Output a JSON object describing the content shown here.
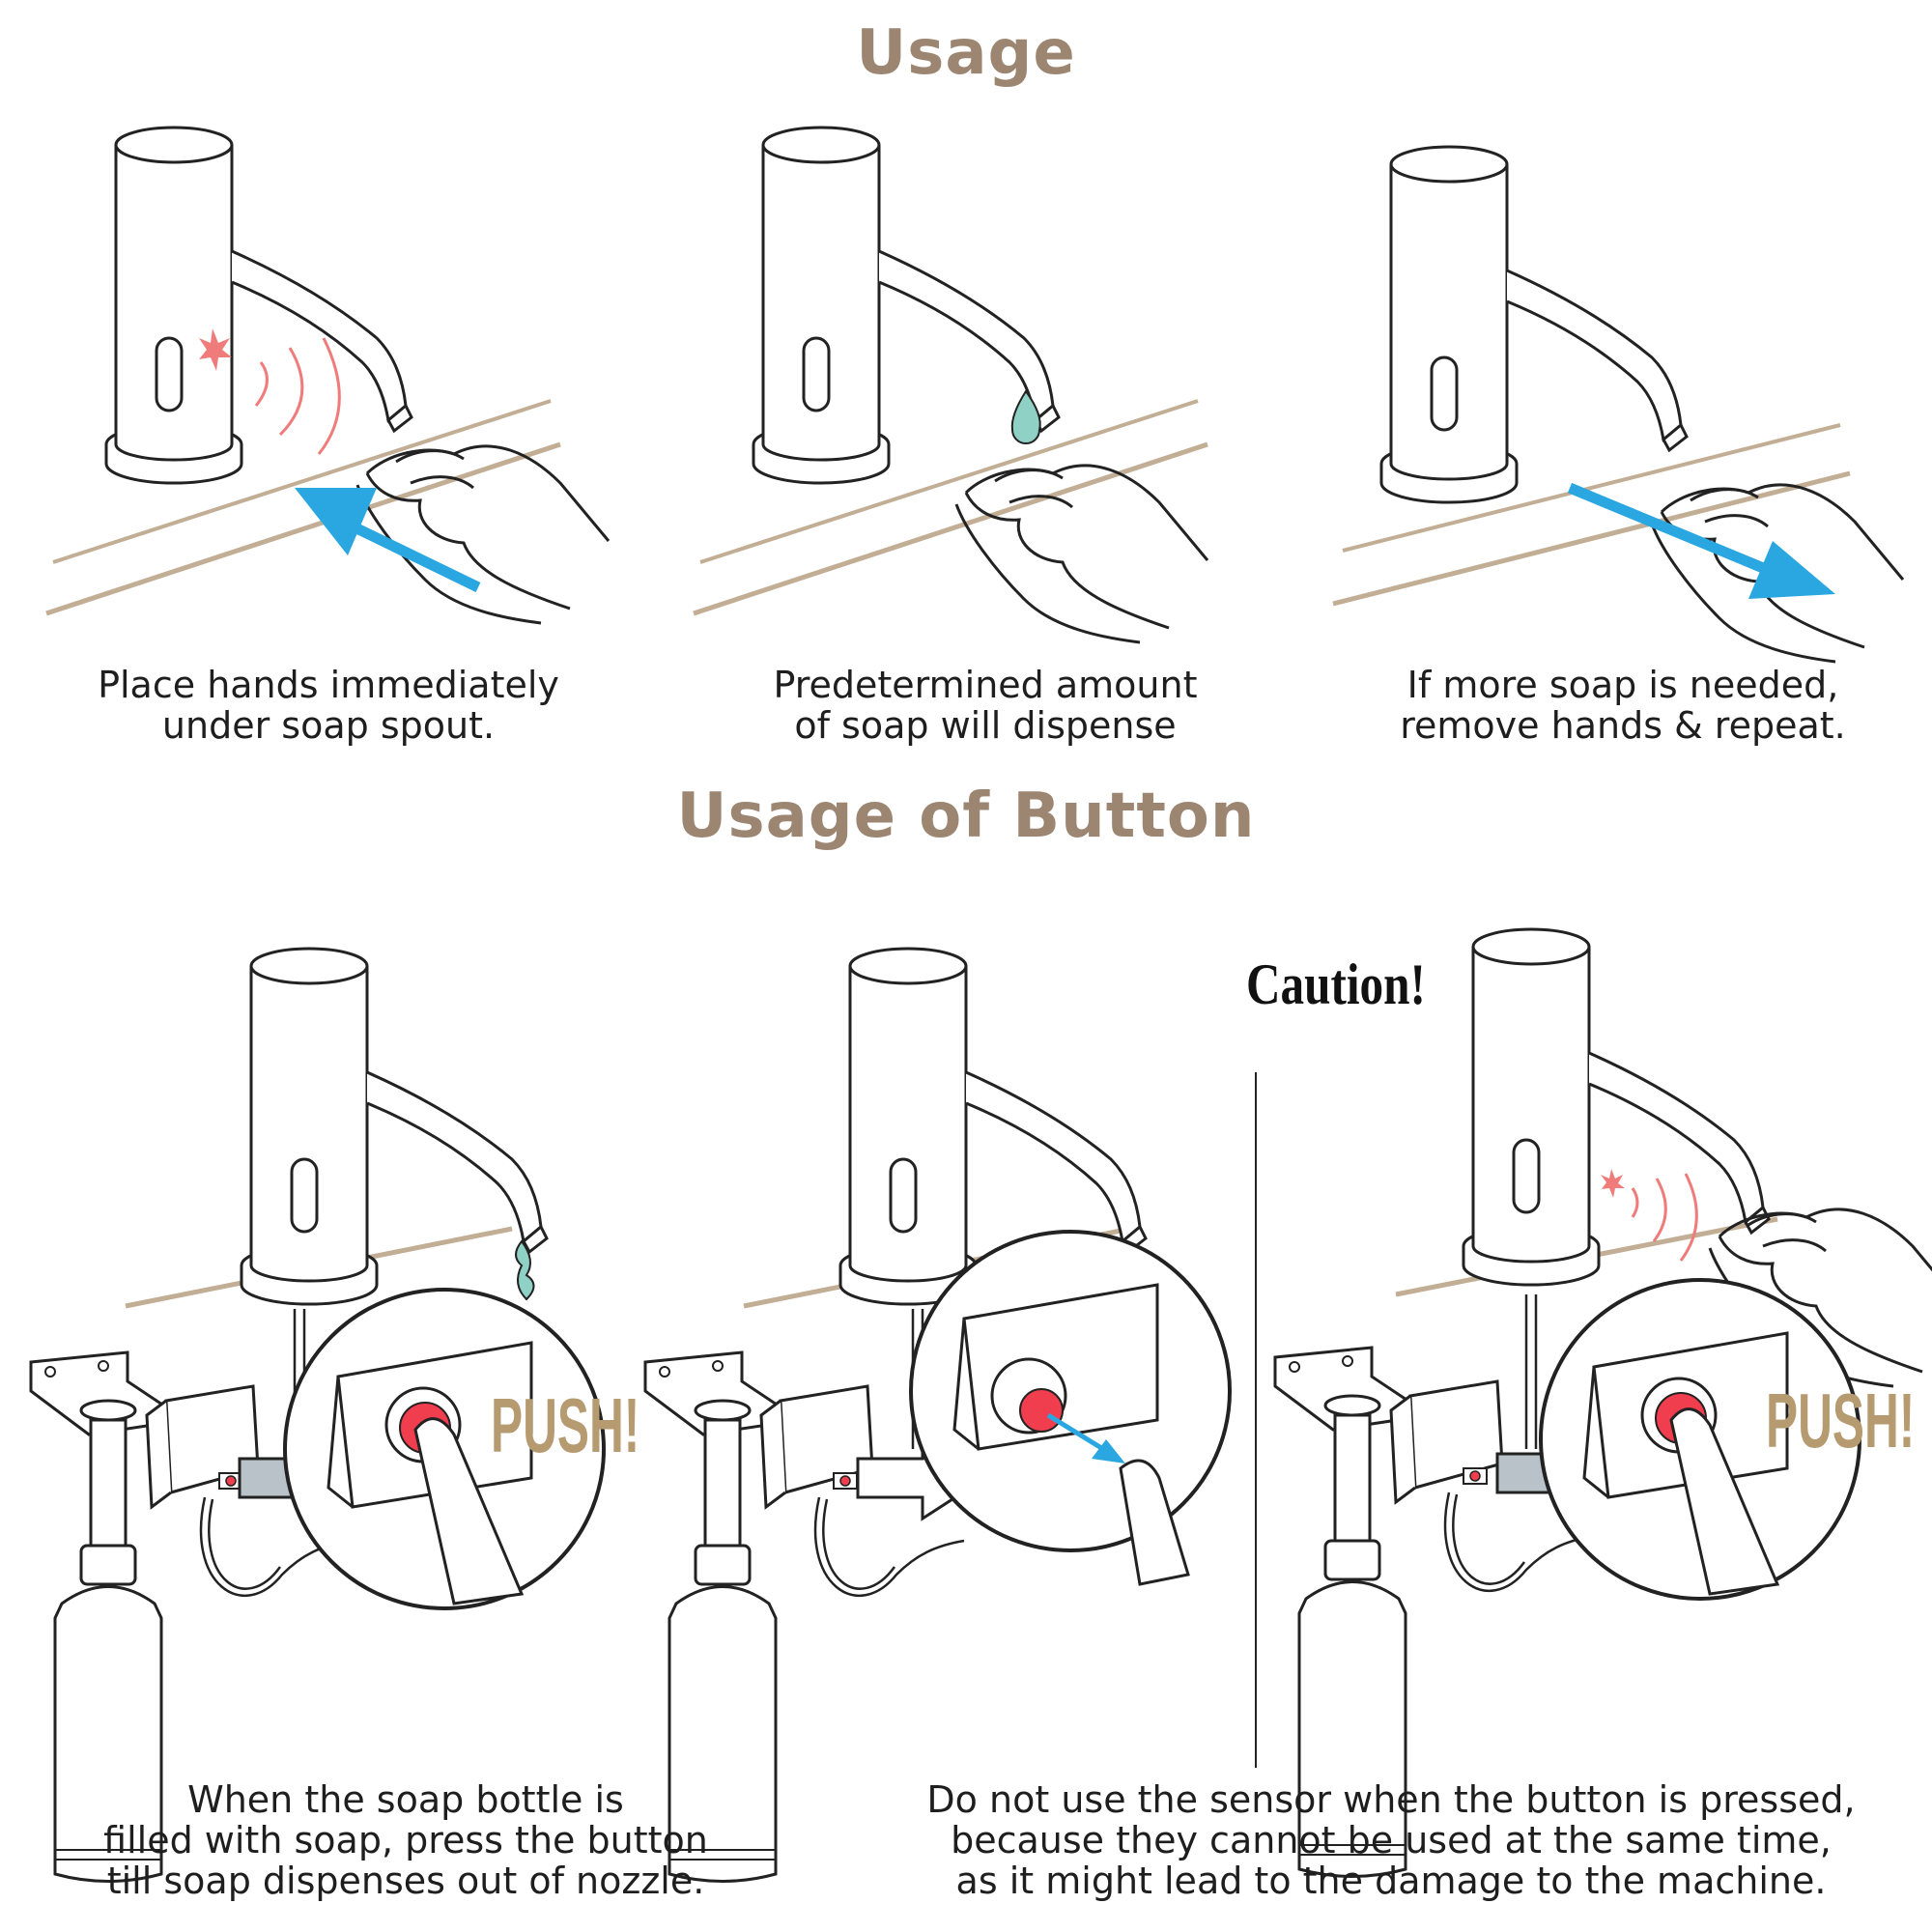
{
  "headings": {
    "usage": "Usage",
    "usage_of_button": "Usage of Button"
  },
  "steps": [
    {
      "caption": "Place hands immediately\nunder soap spout."
    },
    {
      "caption": "Predetermined amount\nof soap will dispense"
    },
    {
      "caption": "If more soap is needed,\nremove hands & repeat."
    }
  ],
  "button_steps": [
    {
      "caption": "When the soap bottle is\nfilled with soap, press the button\ntill soap dispenses out of nozzle."
    },
    {
      "caption": "Do not use the sensor when the button is  pressed,\nbecause they cannot  be used at the same time,\nas it might lead to the damage to the machine."
    }
  ],
  "labels": {
    "caution": "Caution!",
    "push": "PUSH!"
  },
  "colors": {
    "heading": "#9c8672",
    "arrow": "#2aa7e0",
    "counter": "#c2ae94",
    "sensor": "#f07b7b",
    "button_red": "#f03e4f",
    "soap": "#8fd1c4",
    "push_text": "#b69a70"
  },
  "icons": [
    "faucet-icon",
    "hand-icon",
    "soap-drop-icon",
    "arrow-icon",
    "soap-bottle-icon",
    "button-icon",
    "finger-icon"
  ]
}
